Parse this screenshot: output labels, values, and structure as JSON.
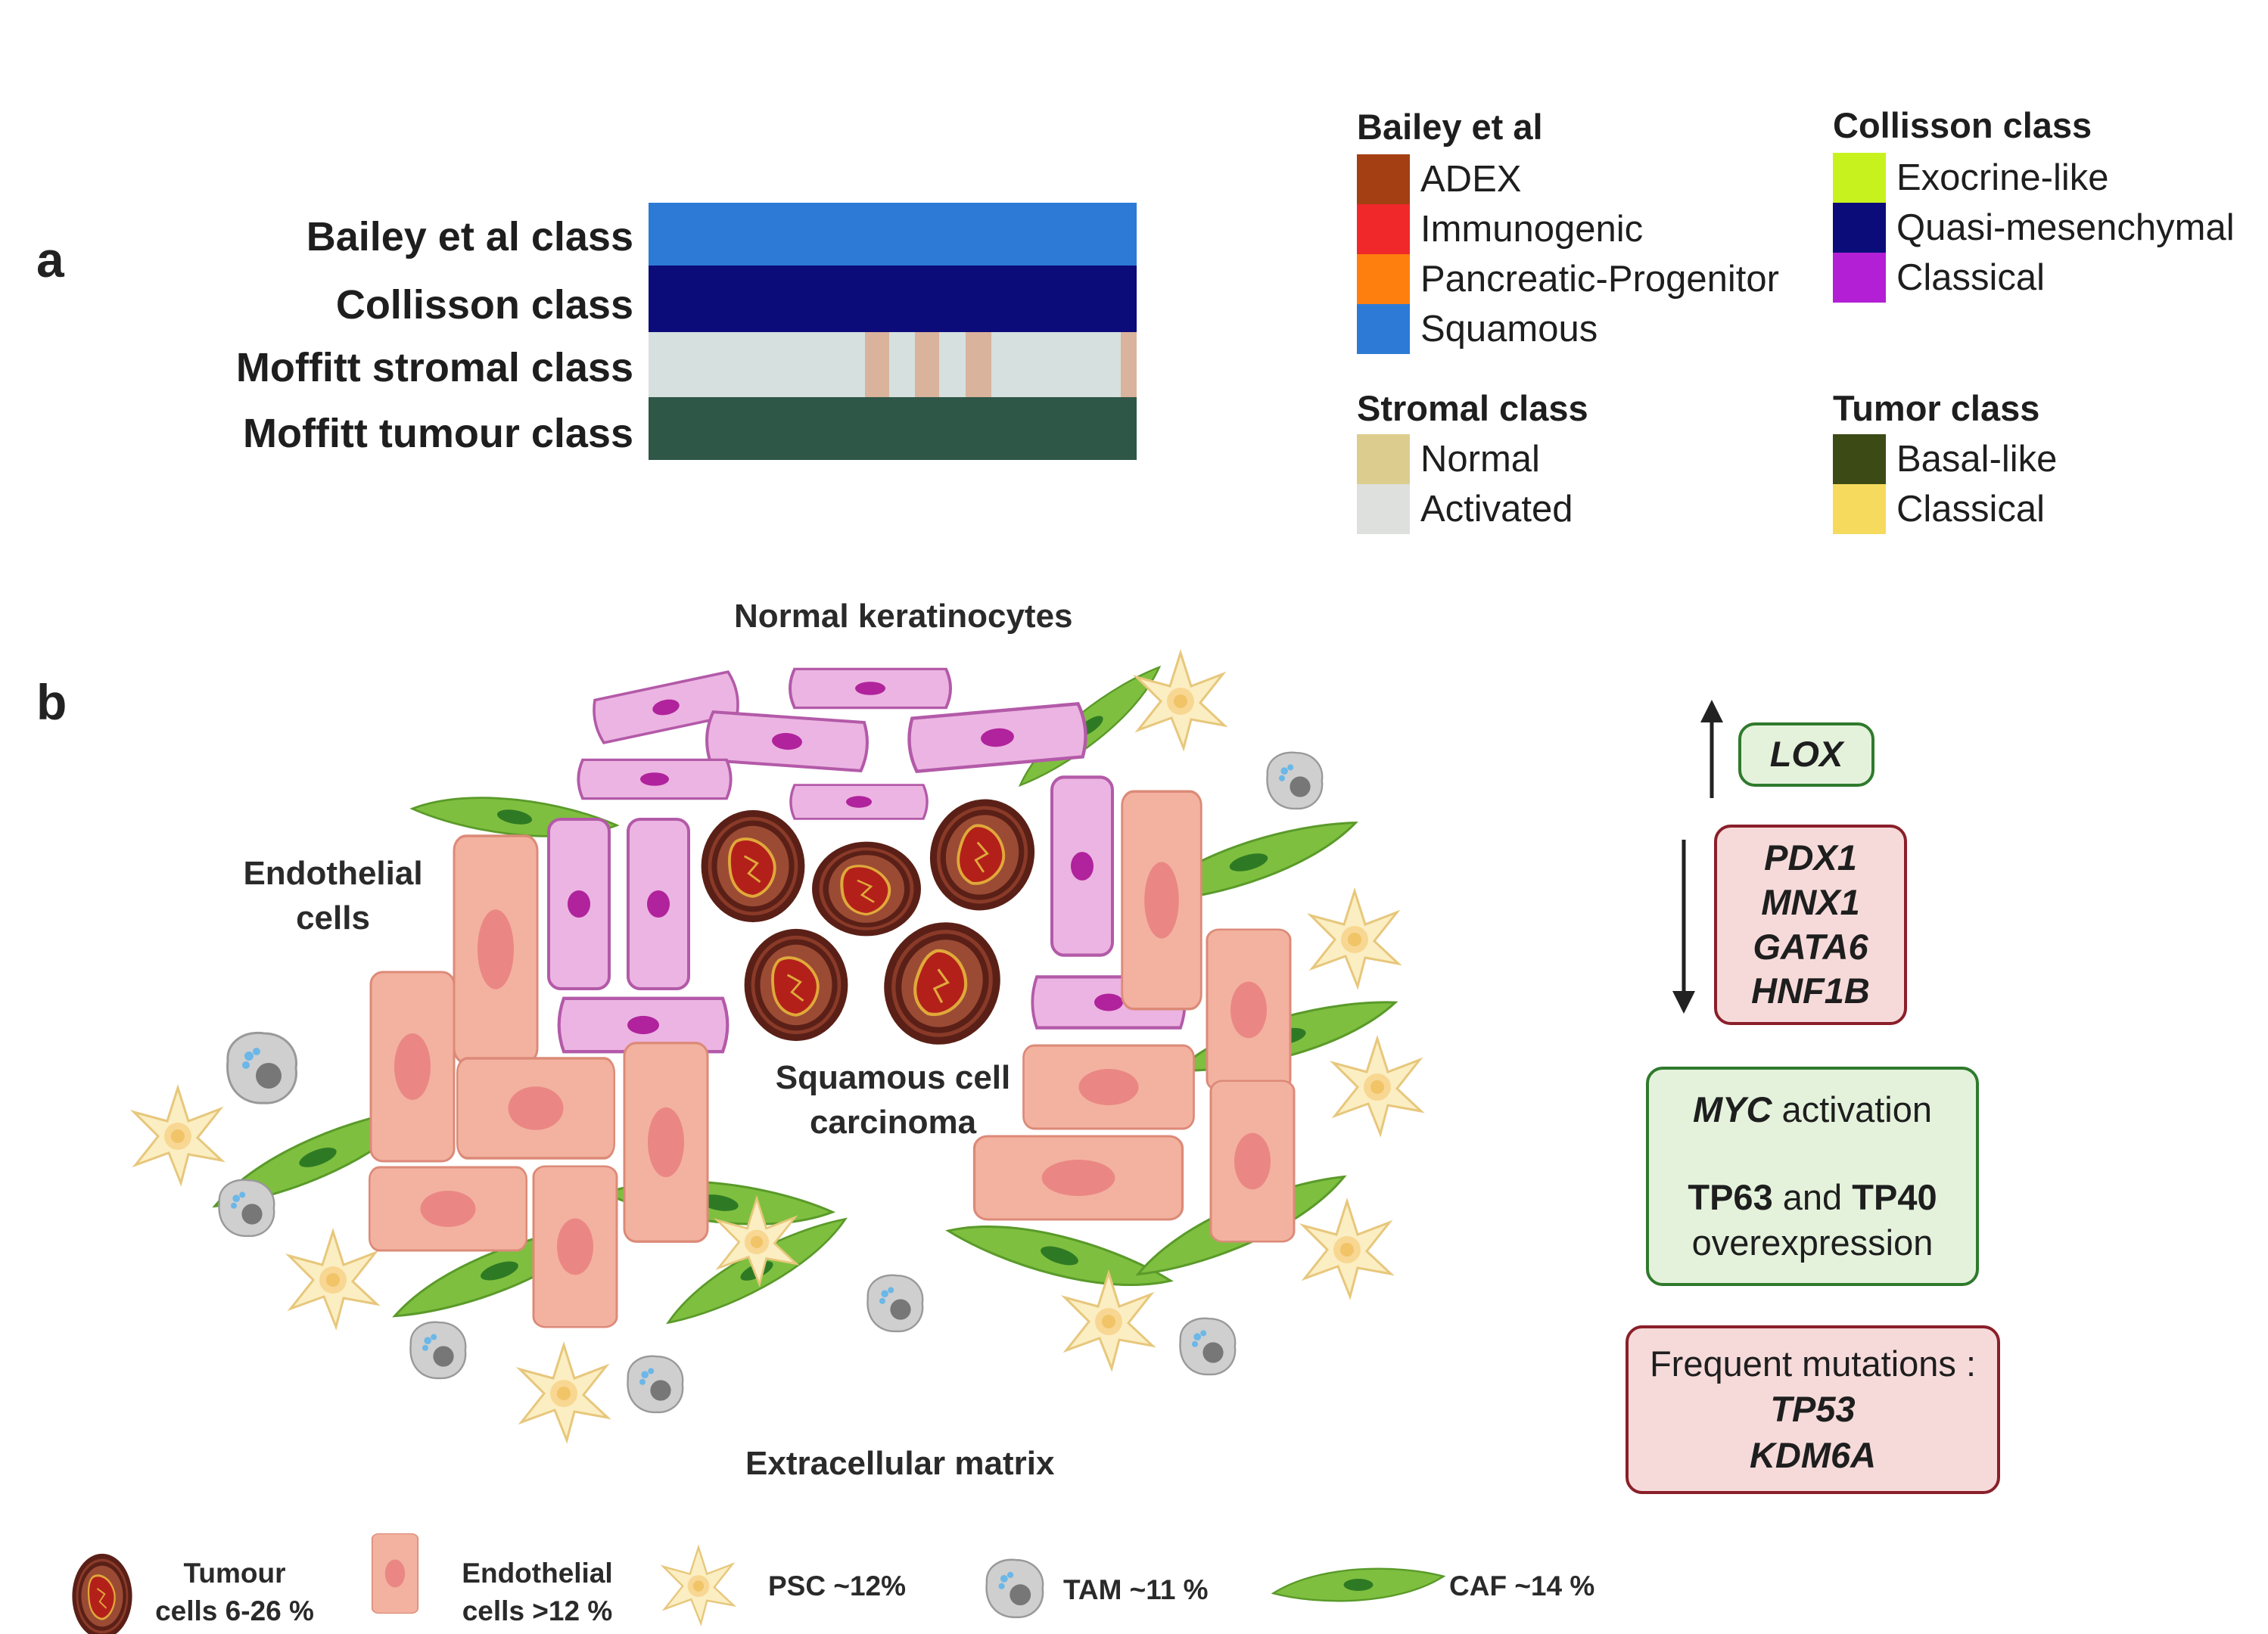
{
  "panel_a": {
    "letter": "a",
    "tracks": [
      {
        "label": "Bailey et al class",
        "color": "#2c7ad6"
      },
      {
        "label": "Collisson class",
        "color": "#0b0b7a"
      },
      {
        "label": "Moffitt stromal class",
        "color": "#d6e0de",
        "stripe_color": "#d9b39c"
      },
      {
        "label": "Moffitt tumour class",
        "color": "#2e5748"
      }
    ],
    "legend": {
      "bailey": {
        "title": "Bailey et al",
        "items": [
          {
            "label": "ADEX",
            "color": "#a33f12"
          },
          {
            "label": "Immunogenic",
            "color": "#f0282a"
          },
          {
            "label": "Pancreatic-Progenitor",
            "color": "#ff7f0e"
          },
          {
            "label": "Squamous",
            "color": "#2c7ad6"
          }
        ]
      },
      "collisson": {
        "title": "Collisson class",
        "items": [
          {
            "label": "Exocrine-like",
            "color": "#c8f21e"
          },
          {
            "label": "Quasi-mesenchymal",
            "color": "#0b0b7a"
          },
          {
            "label": "Classical",
            "color": "#b31fd4"
          }
        ]
      },
      "stromal": {
        "title": "Stromal class",
        "items": [
          {
            "label": "Normal",
            "color": "#dccd8f"
          },
          {
            "label": "Activated",
            "color": "#dde0dc"
          }
        ]
      },
      "tumor": {
        "title": "Tumor class",
        "items": [
          {
            "label": "Basal-like",
            "color": "#3c4a16"
          },
          {
            "label": "Classical",
            "color": "#f6da5e"
          }
        ]
      }
    }
  },
  "panel_b": {
    "letter": "b",
    "labels": {
      "normal_keratinocytes": "Normal keratinocytes",
      "endothelial_line1": "Endothelial",
      "endothelial_line2": "cells",
      "scc_line1": "Squamous cell",
      "scc_line2": "carcinoma",
      "ecm": "Extracellular matrix"
    },
    "up_box": {
      "gene": "LOX"
    },
    "down_box": {
      "genes": [
        "PDX1",
        "MNX1",
        "GATA6",
        "HNF1B"
      ]
    },
    "activation_box": {
      "gene": "MYC",
      "activation_word": "activation",
      "tp63": "TP63",
      "and_word": "and",
      "tp40": "TP40",
      "overexpression": "overexpression"
    },
    "mutation_box": {
      "title": "Frequent mutations :",
      "genes": [
        "TP53",
        "KDM6A"
      ]
    },
    "bottom_legend": {
      "tumour_line1": "Tumour",
      "tumour_line2": "cells 6-26 %",
      "endo_line1": "Endothelial",
      "endo_line2": "cells >12 %",
      "psc": "PSC ~12%",
      "tam": "TAM ~11 %",
      "caf": "CAF ~14 %"
    }
  }
}
